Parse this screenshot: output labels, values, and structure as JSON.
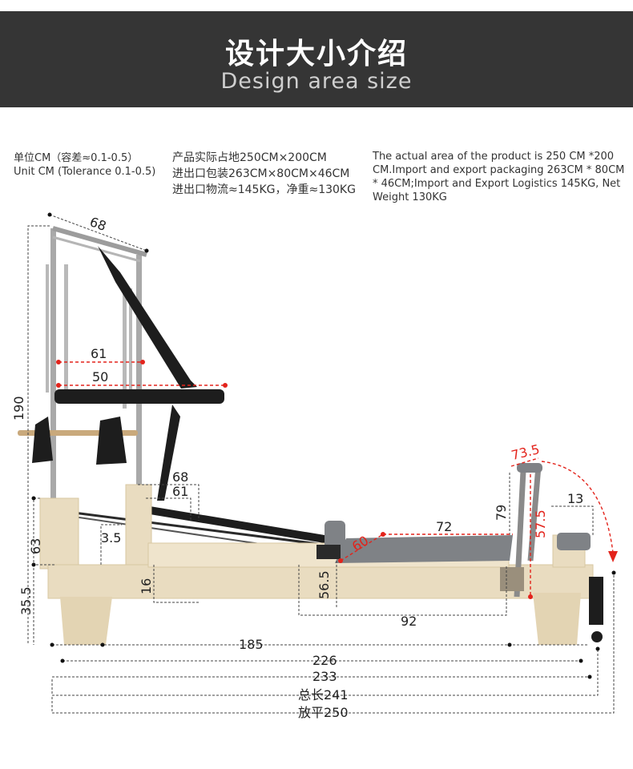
{
  "header": {
    "title_cn": "设计大小介绍",
    "title_en": "Design area size",
    "bg_color": "#353535"
  },
  "specs": {
    "unit_cn": "单位CM（容差≈0.1-0.5）",
    "unit_en": "Unit CM (Tolerance 0.1-0.5)",
    "area_cn": "产品实际占地250CM×200CM",
    "package_cn": "进出口包装263CM×80CM×46CM",
    "logistics_cn": "进出口物流≈145KG，净重≈130KG",
    "desc_en_1": "The actual area of the product is 250 CM *200",
    "desc_en_2": "CM.Import and export packaging 263CM * 80CM",
    "desc_en_3": "* 46CM;Import and Export Logistics 145KG, Net",
    "desc_en_4": "Weight 130KG"
  },
  "dimensions": {
    "d68_top": "68",
    "d61_frame": "61",
    "d50_bar": "50",
    "d190": "190",
    "d68_side": "68",
    "d61_side": "61",
    "d63": "63",
    "d3_5": "3.5",
    "d35_5": "35.5",
    "d16": "16",
    "d56_5": "56.5",
    "d60": "60",
    "d72": "72",
    "d79": "79",
    "d73_5": "73.5",
    "d57_5": "57.5",
    "d13": "13",
    "d92": "92",
    "d185": "185",
    "d226": "226",
    "d233": "233",
    "d241": "总长241",
    "d250": "放平250"
  },
  "colors": {
    "wood": "#e9dcc0",
    "wood_dark": "#d8c7a2",
    "metal": "#a9a9a9",
    "strap": "#1d1d1d",
    "cushion": "#7f8286",
    "accent_red": "#e3231b",
    "dim_line": "#444444"
  }
}
